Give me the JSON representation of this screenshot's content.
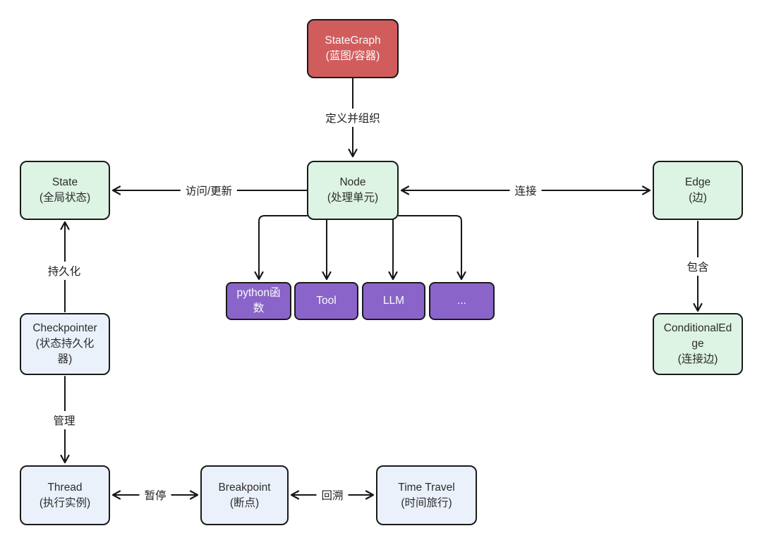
{
  "diagram": {
    "boxes": {
      "stategraph": {
        "title": "StateGraph",
        "subtitle": "(蓝图/容器)"
      },
      "node": {
        "title": "Node",
        "subtitle": "(处理单元)"
      },
      "state": {
        "title": "State",
        "subtitle": "(全局状态)"
      },
      "edge": {
        "title": "Edge",
        "subtitle": "(边)"
      },
      "python_fn": {
        "title": "python函数"
      },
      "tool": {
        "title": "Tool"
      },
      "llm": {
        "title": "LLM"
      },
      "more": {
        "title": "..."
      },
      "checkpointer": {
        "title": "Checkpointer",
        "subtitle": "(状态持久化器)"
      },
      "thread": {
        "title": "Thread",
        "subtitle": "(执行实例)"
      },
      "breakpoint": {
        "title": "Breakpoint",
        "subtitle": "(断点)"
      },
      "time_travel": {
        "title": "Time Travel",
        "subtitle": "(时间旅行)"
      },
      "conditional_edge": {
        "title": "ConditionalEdge",
        "subtitle": "(连接边)"
      }
    },
    "edge_labels": {
      "define_organize": "定义并组织",
      "access_update": "访问/更新",
      "connect": "连接",
      "persist": "持久化",
      "manage": "管理",
      "contain": "包含",
      "pause": "暂停",
      "backtrack": "回溯"
    },
    "colors": {
      "red": "#d05c5c",
      "green": "#ddf3e3",
      "purple": "#8a64c9",
      "blue": "#ebf1fb",
      "border": "#1a1a1a",
      "arrow": "#161616"
    }
  }
}
